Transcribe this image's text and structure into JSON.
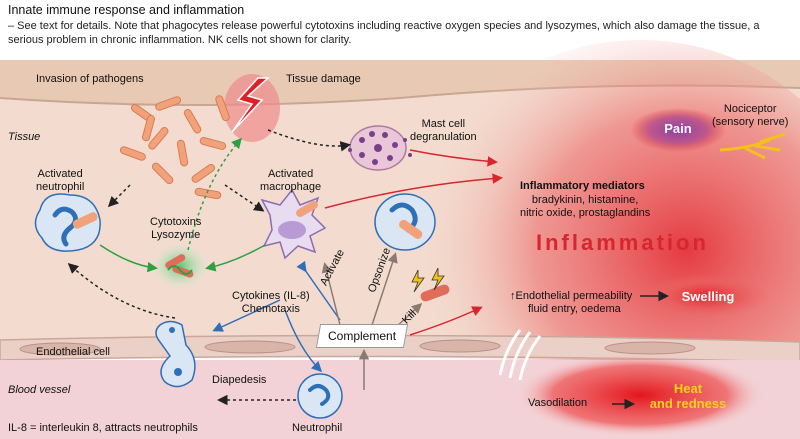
{
  "header": {
    "title": "Innate immune response and inflammation",
    "note": "– See text for details. Note that phagocytes release powerful cytotoxins including reactive oxygen species and lysozymes, which also damage the tissue, a serious problem in chronic inflammation. NK cells not shown for clarity."
  },
  "labels": {
    "invasion": "Invasion of pathogens",
    "tissue_damage": "Tissue damage",
    "tissue": "Tissue",
    "mast_cell": [
      "Mast cell",
      "degranulation"
    ],
    "nociceptor": [
      "Nociceptor",
      "(sensory nerve)"
    ],
    "pain": "Pain",
    "activated_neutrophil": [
      "Activated",
      "neutrophil"
    ],
    "activated_macrophage": [
      "Activated",
      "macrophage"
    ],
    "cytotoxins": [
      "Cytotoxins",
      "Lysozyme"
    ],
    "inflammatory_mediators": "Inflammatory mediators",
    "mediators_list": [
      "bradykinin, histamine,",
      "nitric oxide, prostaglandins"
    ],
    "inflammation": "Inflammation",
    "activate": "Activate",
    "opsonize": "Opsonize",
    "kill": "Kill",
    "cytokines": [
      "Cytokines (IL-8)",
      "Chemotaxis"
    ],
    "complement": "Complement",
    "permeability": [
      "↑Endothelial permeability",
      "fluid entry, oedema"
    ],
    "swelling": "Swelling",
    "endothelial_cell": "Endothelial cell",
    "diapedesis": "Diapedesis",
    "blood_vessel": "Blood vessel",
    "neutrophil": "Neutrophil",
    "vasodilation": "Vasodilation",
    "heat": [
      "Heat",
      "and redness"
    ],
    "il8_note": "IL-8 = interleukin 8, attracts neutrophils"
  },
  "colors": {
    "tissue_bg": "#f3dccf",
    "skin": "#e8c9b4",
    "vessel_bg": "#f2d2d6",
    "inflammation_red": "#d8262e",
    "neutrophil_blue": "#2f6fb8",
    "macrophage_purple": "#a78bc8",
    "green_arrow": "#2ea043",
    "pathogen": "#f2a27a"
  }
}
